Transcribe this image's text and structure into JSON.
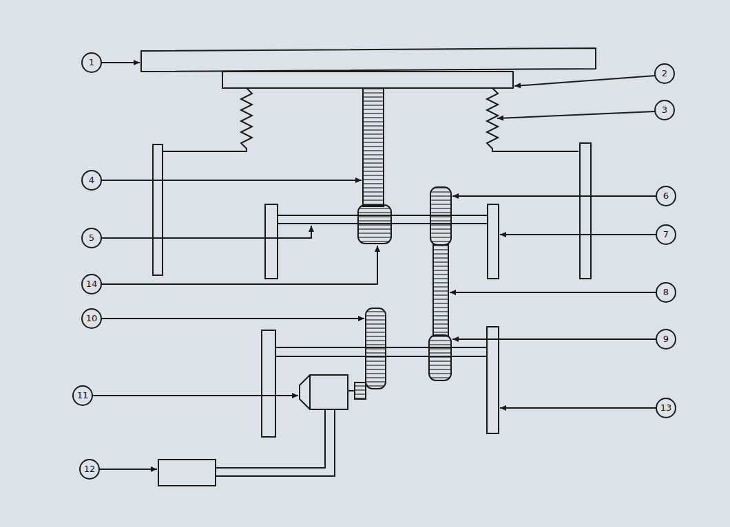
{
  "diagram": {
    "labels": [
      "1",
      "2",
      "3",
      "4",
      "6",
      "5",
      "7",
      "14",
      "8",
      "10",
      "9",
      "11",
      "13",
      "12"
    ]
  }
}
